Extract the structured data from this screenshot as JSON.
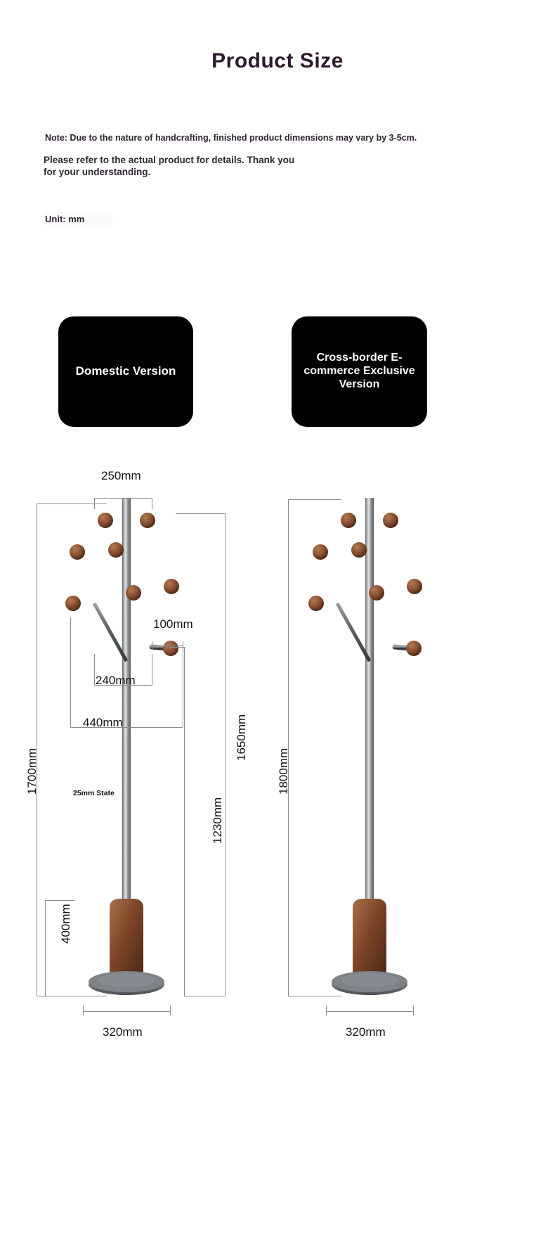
{
  "header": {
    "title": "Product Size",
    "note_primary": "Note: Due to the nature of handcrafting, finished product dimensions may vary by 3-5cm.",
    "note_secondary": "Please refer to the actual product for details. Thank you\nfor your understanding.",
    "unit_label": "Unit: mm"
  },
  "badges": {
    "left": "Domestic Version",
    "right": "Cross-border E-commerce Exclusive Version"
  },
  "colors": {
    "title": "#2b1b2c",
    "badge_background": "#000000",
    "badge_text": "#ffffff",
    "dimension_line": "#8d8d8d",
    "wood_ball": "#8a4f32",
    "wood_base": "#6b4127",
    "metal_pole": "#8f9295",
    "metal_base": "#7e8387"
  },
  "diagrams": {
    "left": {
      "name": "Domestic Version",
      "dimensions": {
        "top_width": "250mm",
        "hook_offset": "100mm",
        "inner_width": "240mm",
        "outer_width": "440mm",
        "overall_height": "1700mm",
        "upper_height": "1650mm",
        "pole_height": "1230mm",
        "base_height": "400mm",
        "base_width": "320mm",
        "pole_note": "25mm State"
      }
    },
    "right": {
      "name": "Cross-border E-commerce Exclusive Version",
      "dimensions": {
        "overall_height": "1800mm",
        "base_width": "320mm"
      }
    }
  }
}
